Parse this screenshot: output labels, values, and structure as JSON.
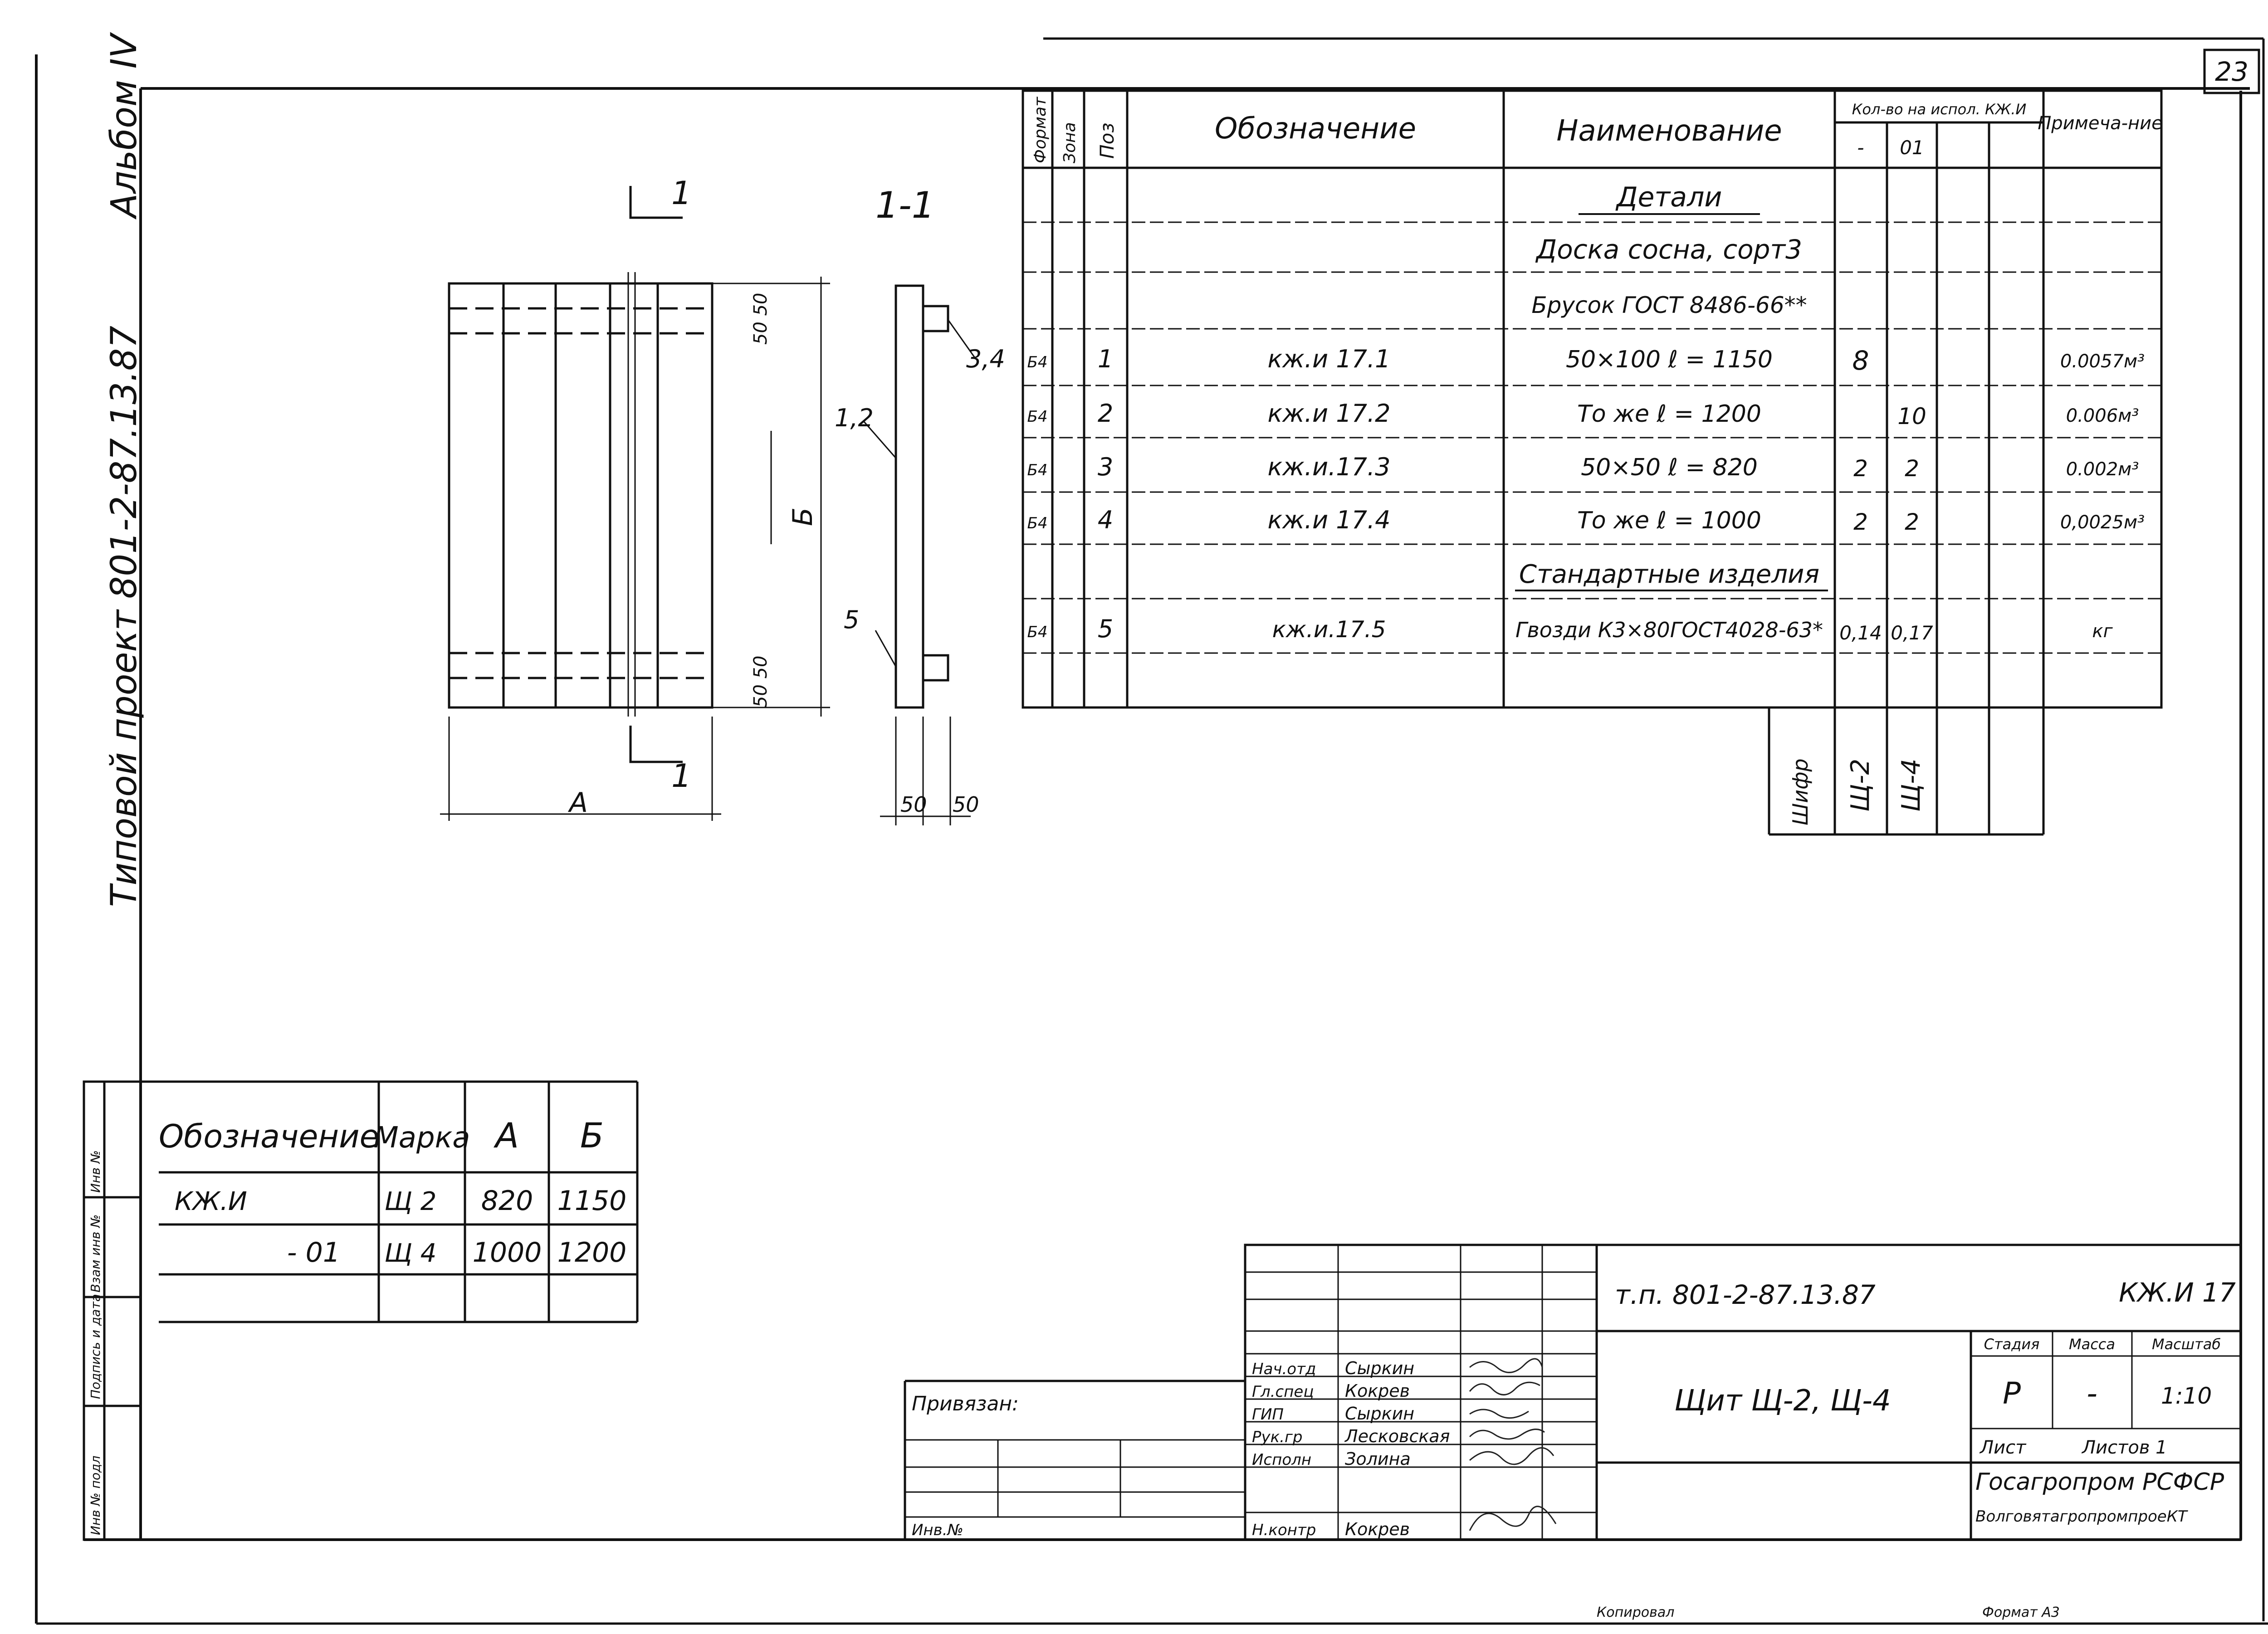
{
  "sheet": {
    "page_number": "23",
    "format": "Формат А3",
    "copied": "Копировал"
  },
  "side_text": {
    "album": "Альбом IV",
    "project": "Типовой проект 801-2-87.13.87"
  },
  "section_label": "1-1",
  "drawing_labels": {
    "cut_top": "1",
    "cut_bottom": "1",
    "dim_a": "А",
    "dim_b": "Б",
    "dim_top": "50 50",
    "dim_bottom": "50 50",
    "dim_w1": "50",
    "dim_w2": "50",
    "callout_12": "1,2",
    "callout_34": "3,4",
    "callout_5": "5"
  },
  "spec": {
    "headers": {
      "format": "Формат",
      "zone": "Зона",
      "pos": "Поз",
      "designation": "Обозначение",
      "name": "Наименование",
      "qty": "Кол-во на испол. КЖ.И",
      "qty_a": "-",
      "qty_b": "01",
      "note": "Примеча-ние"
    },
    "rows": [
      {
        "format": "",
        "pos": "",
        "designation": "",
        "name": "Детали",
        "qa": "",
        "qb": "",
        "note": "",
        "underline": true
      },
      {
        "format": "",
        "pos": "",
        "designation": "",
        "name": "Доска сосна, сорт3",
        "qa": "",
        "qb": "",
        "note": "",
        "underline": false
      },
      {
        "format": "",
        "pos": "",
        "designation": "",
        "name": "Брусок ГОСТ 8486-66**",
        "qa": "",
        "qb": "",
        "note": "",
        "underline": false
      },
      {
        "format": "Б4",
        "pos": "1",
        "designation": "кж.и 17.1",
        "name": "50×100   ℓ = 1150",
        "qa": "8",
        "qb": "",
        "note": "0.0057м³",
        "underline": false
      },
      {
        "format": "Б4",
        "pos": "2",
        "designation": "кж.и 17.2",
        "name": "То же   ℓ = 1200",
        "qa": "",
        "qb": "10",
        "note": "0.006м³",
        "underline": false
      },
      {
        "format": "Б4",
        "pos": "3",
        "designation": "кж.и.17.3",
        "name": "50×50   ℓ = 820",
        "qa": "2",
        "qb": "2",
        "note": "0.002м³",
        "underline": false
      },
      {
        "format": "Б4",
        "pos": "4",
        "designation": "кж.и 17.4",
        "name": "То же   ℓ = 1000",
        "qa": "2",
        "qb": "2",
        "note": "0,0025м³",
        "underline": false
      },
      {
        "format": "",
        "pos": "",
        "designation": "",
        "name": "Стандартные изделия",
        "qa": "",
        "qb": "",
        "note": "",
        "underline": true
      },
      {
        "format": "Б4",
        "pos": "5",
        "designation": "кж.и.17.5",
        "name": "Гвозди К3×80ГОСТ4028-63*",
        "qa": "0,14",
        "qb": "0,17",
        "note": "кг",
        "underline": false
      },
      {
        "format": "",
        "pos": "",
        "designation": "",
        "name": "",
        "qa": "",
        "qb": "",
        "note": "",
        "underline": false
      }
    ],
    "footer": {
      "code": "Шифр",
      "a": "Щ-2",
      "b": "Щ-4"
    }
  },
  "variants": {
    "headers": {
      "designation": "Обозначение",
      "mark": "Марка",
      "a": "А",
      "b": "Б"
    },
    "rows": [
      {
        "designation": "КЖ.И",
        "mark": "Щ 2",
        "a": "820",
        "b": "1150"
      },
      {
        "designation": "- 01",
        "mark": "Щ 4",
        "a": "1000",
        "b": "1200"
      }
    ]
  },
  "left_strip": [
    "Инв № подл",
    "Подпись и дата",
    "Взам инв №",
    "Инв №"
  ],
  "binding": {
    "label": "Привязан:",
    "inv": "Инв.№"
  },
  "title_block": {
    "project_code": "т.п. 801-2-87.13.87",
    "doc_code": "КЖ.И 17",
    "title": "Щит Щ-2, Щ-4",
    "stage_h": "Стадия",
    "mass_h": "Масса",
    "scale_h": "Масштаб",
    "stage": "Р",
    "mass": "-",
    "scale": "1:10",
    "sheet_h": "Лист",
    "sheets_h": "Листов 1",
    "org1": "Госагропром РСФСР",
    "org2": "ВолговятагропромпроеКТ",
    "staff": [
      {
        "role": "Нач.отд",
        "name": "Сыркин"
      },
      {
        "role": "Гл.спец",
        "name": "Кокрев"
      },
      {
        "role": "ГИП",
        "name": "Сыркин"
      },
      {
        "role": "Рук.гр",
        "name": "Лесковская"
      },
      {
        "role": "Исполн",
        "name": "Золина"
      },
      {
        "role": "Н.контр",
        "name": "Кокрев"
      }
    ]
  }
}
